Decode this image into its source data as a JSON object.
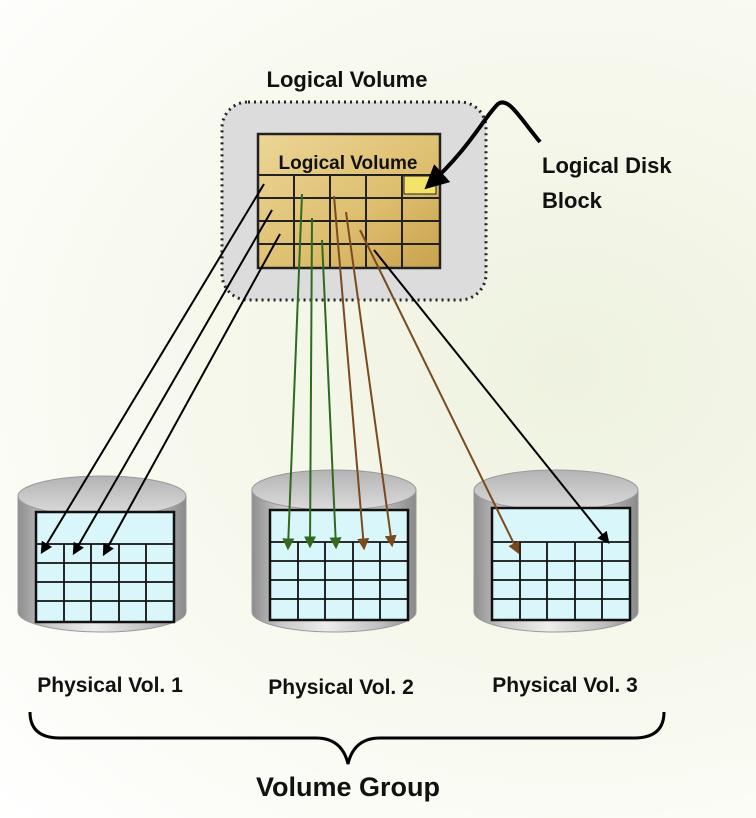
{
  "labels": {
    "outer_volume": "Logical Volume",
    "inner_volume": "Logical Volume",
    "disk_block_line1": "Logical Disk",
    "disk_block_line2": "Block",
    "pv1": "Physical Vol. 1",
    "pv2": "Physical Vol. 2",
    "pv3": "Physical Vol. 3",
    "volume_group": "Volume Group"
  },
  "colors": {
    "volume_fill": "#e2c57a",
    "highlight_block": "#f3e36b",
    "disk_grid_fill": "#d9f6fa",
    "container_fill": "#dcdcdc",
    "arrow_black": "#000000",
    "arrow_green": "#2f6a1f",
    "arrow_brown": "#7a4a1f"
  }
}
